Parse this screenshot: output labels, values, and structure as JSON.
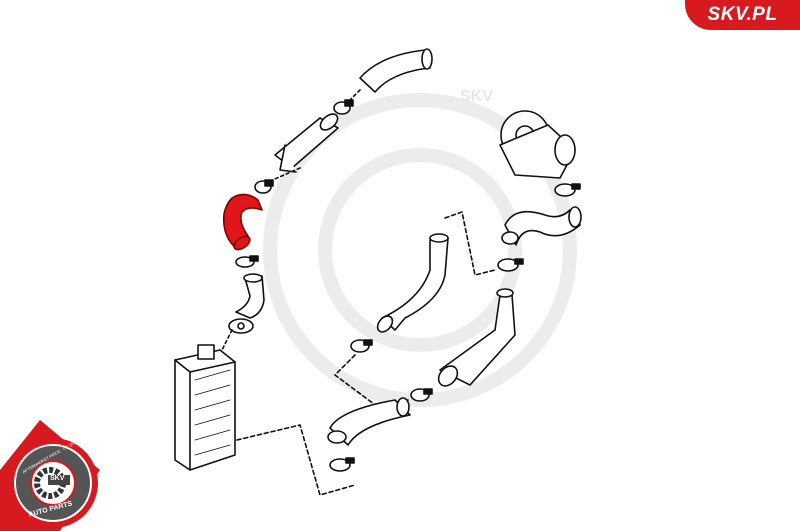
{
  "brand": {
    "site_label": "SKV.PL"
  },
  "watermark": {
    "text": "SKV"
  },
  "badge": {
    "top_text": "AFTERMARKET PRICE · OE QUALITY",
    "center_text": "SKV",
    "bottom_text": "AUTO PARTS"
  },
  "colors": {
    "highlight": "#e0161b",
    "brand": "#d71920",
    "line": "#111111"
  },
  "highlighted_part": "intercooler-hose"
}
